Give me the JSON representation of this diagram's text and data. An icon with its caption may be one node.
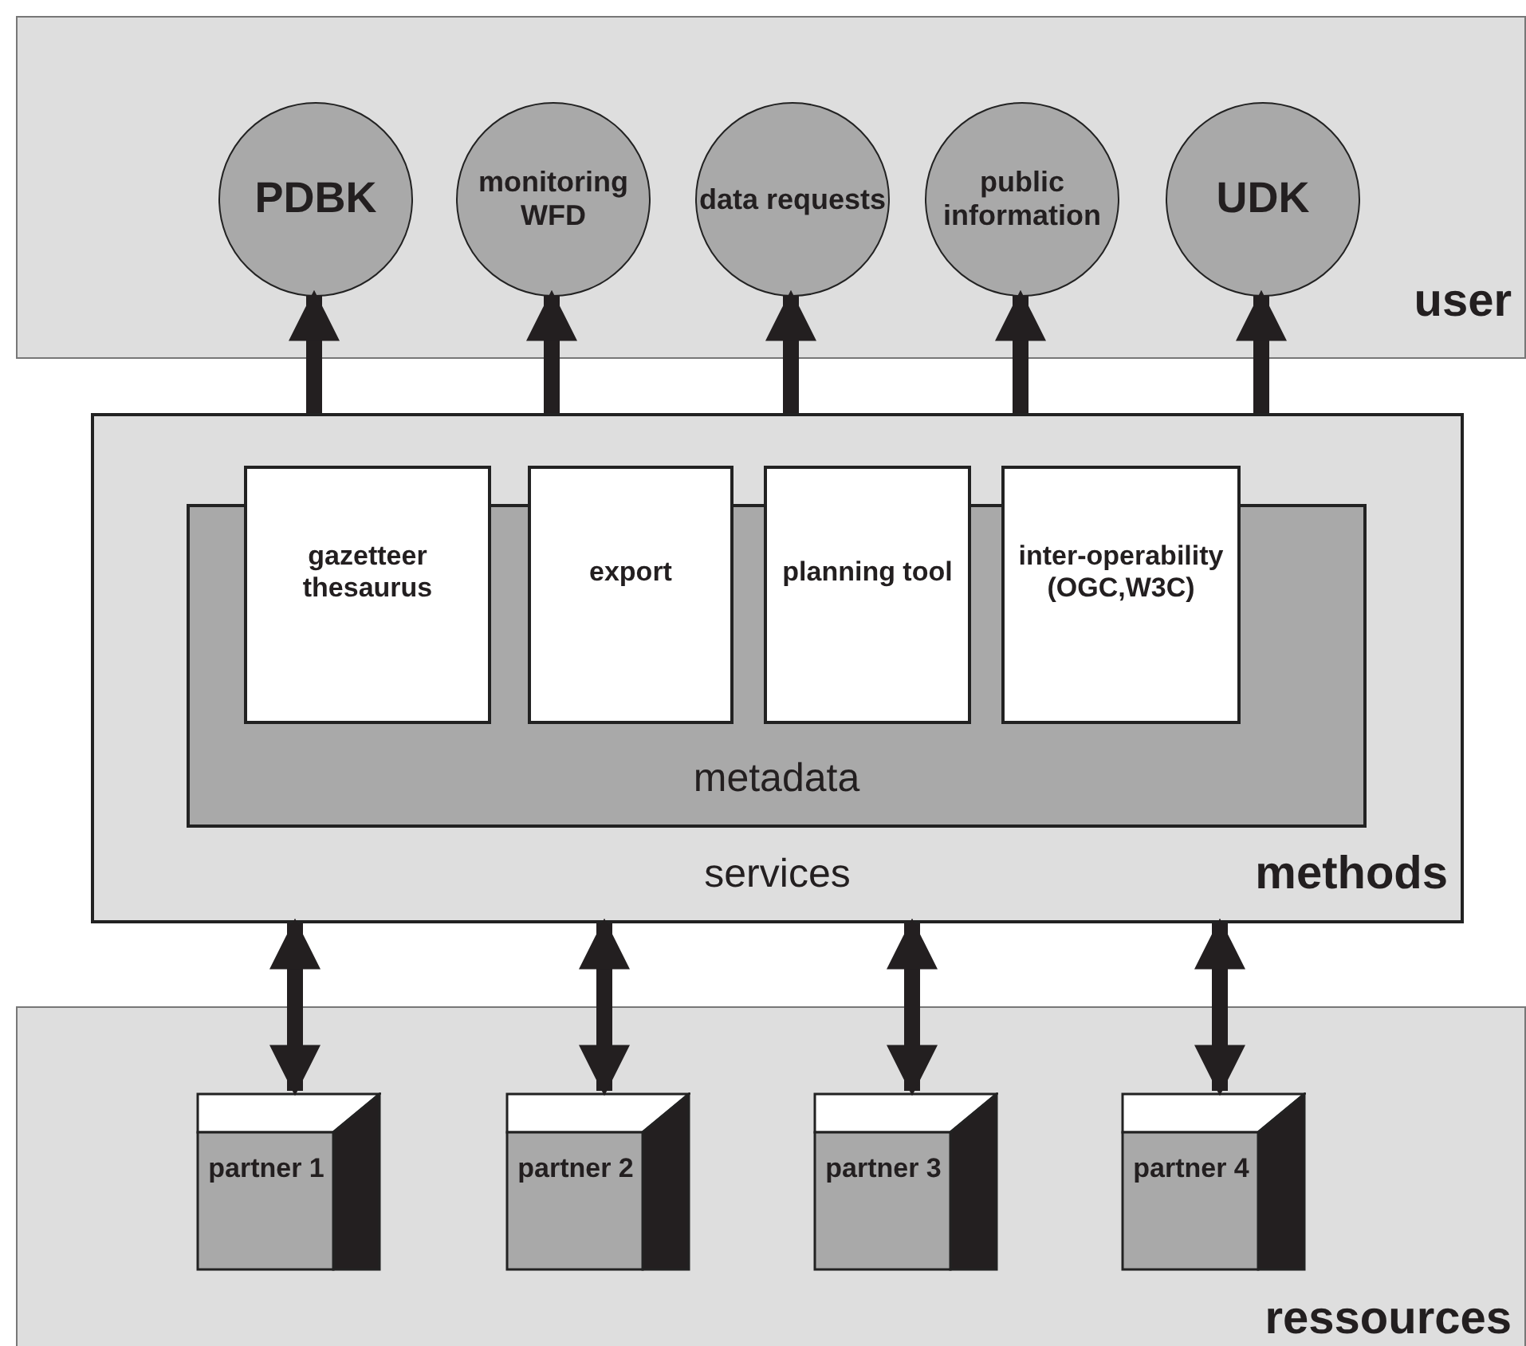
{
  "diagram": {
    "nodes": [
      {
        "text": [
          "user"
        ]
      },
      {
        "text": [
          "PDBK"
        ],
        "in": 0
      },
      {
        "text": [
          "monitoring WFD"
        ],
        "in": 0
      },
      {
        "text": [
          "data requests"
        ],
        "in": 0
      },
      {
        "text": [
          "public information"
        ],
        "in": 0
      },
      {
        "text": [
          "UDK"
        ],
        "in": 0
      },
      {
        "text": [
          "services",
          "methods"
        ]
      },
      {
        "text": [
          "metadata"
        ],
        "in": 6
      },
      {
        "text": [
          "gazetteer thesaurus"
        ],
        "in": 6
      },
      {
        "text": [
          "export"
        ],
        "in": 6
      },
      {
        "text": [
          "planning tool"
        ],
        "in": 6
      },
      {
        "text": [
          "inter-operability (OGC,W3C)"
        ],
        "in": 6
      },
      {
        "text": [
          "ressources"
        ]
      },
      {
        "text": [
          "partner 1"
        ],
        "in": 12
      },
      {
        "text": [
          "partner 2"
        ],
        "in": 12
      },
      {
        "text": [
          "partner 3"
        ],
        "in": 12
      },
      {
        "text": [
          "partner 4"
        ],
        "in": 12
      }
    ],
    "edges": [
      {
        "from": 6,
        "to": 1,
        "arrow": "to"
      },
      {
        "from": 6,
        "to": 2,
        "arrow": "to"
      },
      {
        "from": 6,
        "to": 3,
        "arrow": "to"
      },
      {
        "from": 6,
        "to": 4,
        "arrow": "to"
      },
      {
        "from": 6,
        "to": 5,
        "arrow": "to"
      },
      {
        "from": 6,
        "to": 13,
        "arrow": "both"
      },
      {
        "from": 6,
        "to": 14,
        "arrow": "both"
      },
      {
        "from": 6,
        "to": 15,
        "arrow": "both"
      },
      {
        "from": 6,
        "to": 16,
        "arrow": "both"
      }
    ]
  }
}
